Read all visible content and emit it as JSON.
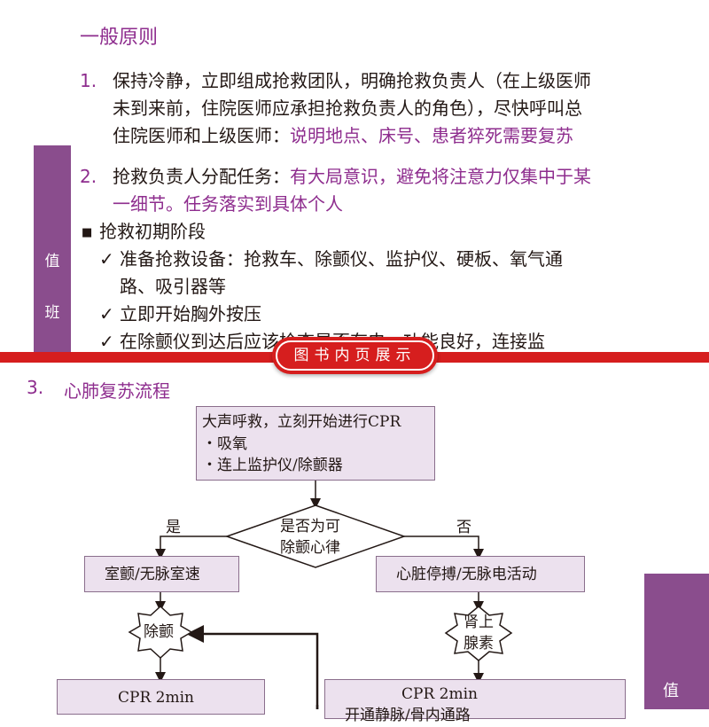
{
  "top_page": {
    "heading": "一般原则",
    "side_tab_chars": [
      "值",
      "班"
    ],
    "item1": {
      "number": "1.",
      "line1": "保持冷静，立即组成抢救团队，明确抢救负责人（在上级医师",
      "line2": "未到来前，住院医师应承担抢救负责人的角色），尽快呼叫总",
      "line3_plain": "住院医师和上级医师：",
      "line3_highlight": "说明地点、床号、患者猝死需要复苏"
    },
    "item2": {
      "number": "2.",
      "line1_plain": "抢救负责人分配任务：",
      "line1_highlight": "有大局意识，避免将注意力仅集中于某",
      "line2_highlight": "一细节。任务落实到具体个人"
    },
    "stage": {
      "bullet": "■",
      "title": "抢救初期阶段",
      "check": "✓",
      "c1_line1": "准备抢救设备：抢救车、除颤仪、监护仪、硬板、氧气通",
      "c1_line2": "路、吸引器等",
      "c2": "立即开始胸外按压",
      "c3": "在除颤仪到达后应该检查是否有电、功能良好，连接监"
    }
  },
  "banner": {
    "text": "图书内页展示"
  },
  "bottom_page": {
    "section_number": "3.",
    "section_title": "心肺复苏流程",
    "flow": {
      "start_line1": "大声呼救，立刻开始进行CPR",
      "start_line2": "・吸氧",
      "start_line3": "・连上监护仪/除颤器",
      "decision_line1": "是否为可",
      "decision_line2": "除颤心律",
      "yes": "是",
      "no": "否",
      "left_box": "室颤/无脉室速",
      "right_box": "心脏停搏/无脉电活动",
      "shock": "除颤",
      "epi_line1": "肾上",
      "epi_line2": "腺素",
      "cpr_left": "CPR 2min",
      "cpr_right": "CPR 2min",
      "cpr_right_line2": "开通静脉/骨内通路"
    },
    "right_tab_char": "值"
  },
  "colors": {
    "purple_text": "#8e2d8e",
    "tab_purple": "#8a4d8d",
    "box_fill": "#ece1ee",
    "banner_red": "#d61e1e"
  }
}
